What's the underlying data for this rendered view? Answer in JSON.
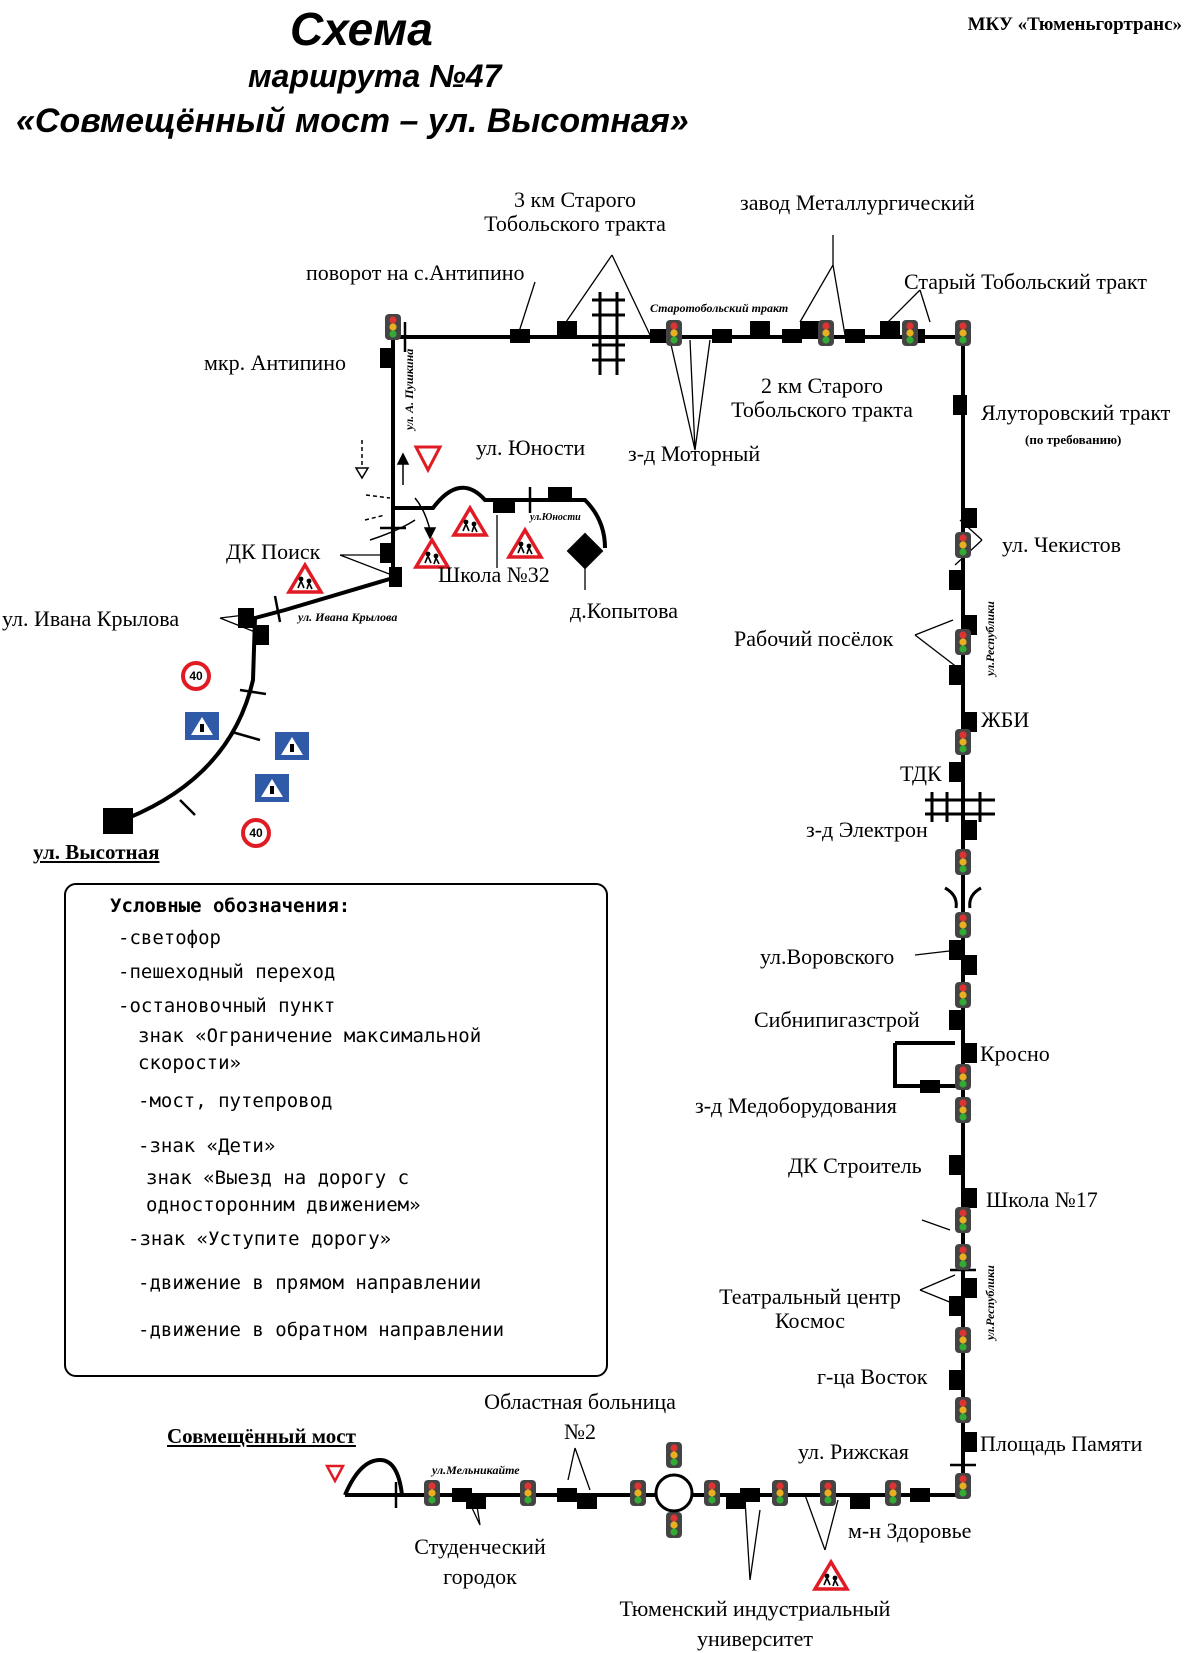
{
  "header": {
    "title": "Схема",
    "subtitle": "маршрута №47",
    "route_name": "«Совмещённый мост – ул. Высотная»",
    "organization": "МКУ «Тюменьгортранс»"
  },
  "stops": {
    "km3_line1": "3 км Старого",
    "km3_line2": "Тобольского тракта",
    "zavod_metal": "завод Металлургический",
    "povorot": "поворот на с.Антипино",
    "stary_tobolsky": "Старый Тобольский тракт",
    "antipino": "мкр. Антипино",
    "km2_line1": "2 км Старого",
    "km2_line2": "Тобольского тракта",
    "yalutorovsky": "Ялуторовский тракт",
    "yalutorovsky_note": "(по требованию)",
    "motorny": "з-д Моторный",
    "yunosti": "ул. Юности",
    "chekistov": "ул. Чекистов",
    "dk_poisk": "ДК Поиск",
    "school32": "Школа №32",
    "kopytova": "д.Копытова",
    "krylova": "ул. Ивана Крылова",
    "rabochy": "Рабочий посёлок",
    "zhbi": "ЖБИ",
    "tdk": "ТДК",
    "elektron": "з-д Электрон",
    "vorovskogo": "ул.Воровского",
    "sibnipi": "Сибнипигазстрой",
    "krosno": "Кросно",
    "medob": "з-д Медоборудования",
    "dk_stroitel": "ДК Строитель",
    "school17": "Школа №17",
    "kosmos_line1": "Театральный центр",
    "kosmos_line2": "Космос",
    "vostok": "г-ца Восток",
    "ploshad": "Площадь Памяти",
    "rizhskaya": "ул. Рижская",
    "zdorovie": "м-н Здоровье",
    "bolnica_line1": "Областная больница",
    "bolnica_line2": "№2",
    "studgorodok_line1": "Студенческий",
    "studgorodok_line2": "городок",
    "tiu_line1": "Тюменский индустриальный",
    "tiu_line2": "университет"
  },
  "terminals": {
    "vysotnaya": "ул. Высотная",
    "sovmeshenny": "Совмещённый мост"
  },
  "streets": {
    "starotobolsky": "Старотобольский тракт",
    "pushkina": "ул. А. Пушкина",
    "yunosti_small": "ул.Юности",
    "krylova_small": "ул. Ивана Крылова",
    "respubliki_top": "ул.Республики",
    "respubliki_bottom": "ул.Республики",
    "melnikayte": "ул.Мельникайте"
  },
  "sign_texts": {
    "speed_limit": "40"
  },
  "legend": {
    "title": "Условные обозначения:",
    "traffic_light": "-светофор",
    "crossing": "-пешеходный переход",
    "stop": "-остановочный пункт",
    "speed_line1": "знак «Ограничение максимальной",
    "speed_line2": "скорости»",
    "bridge": "-мост, путепровод",
    "children": "-знак «Дети»",
    "oneway_line1": "знак «Выезд на дорогу с",
    "oneway_line2": "односторонним движением»",
    "yield": "-знак «Уступите дорогу»",
    "forward": "-движение в прямом направлении",
    "reverse": "-движение в обратном направлении"
  },
  "colors": {
    "route": "#000000",
    "sign_red": "#e01b24",
    "sign_blue": "#2f5aa8",
    "traffic_light": "#8a8a8a"
  }
}
